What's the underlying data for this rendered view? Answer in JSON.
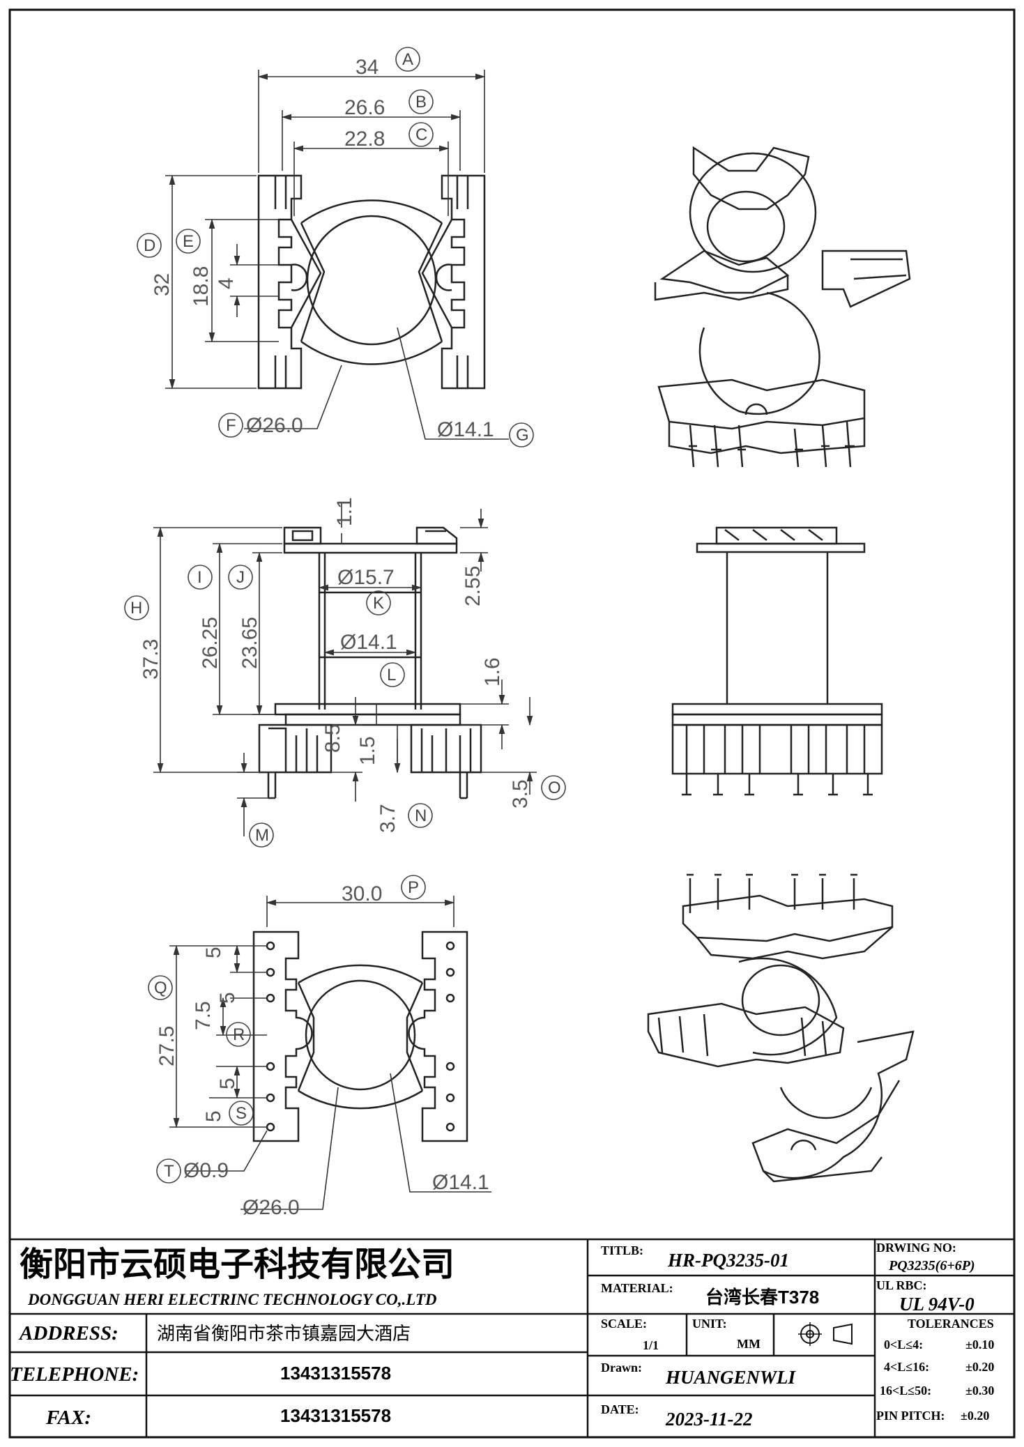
{
  "dimensions": {
    "top_view": {
      "A": {
        "letter": "A",
        "value": "34"
      },
      "B": {
        "letter": "B",
        "value": "26.6"
      },
      "C": {
        "letter": "C",
        "value": "22.8"
      },
      "D": {
        "letter": "D",
        "value": "32"
      },
      "E": {
        "letter": "E",
        "value": "18.8"
      },
      "slot": {
        "value": "4"
      },
      "F": {
        "letter": "F",
        "value": "Ø26.0"
      },
      "G": {
        "letter": "G",
        "value": "Ø14.1"
      }
    },
    "side_view": {
      "top_gap": {
        "value": "1.1"
      },
      "flange_h": {
        "value": "2.55"
      },
      "H": {
        "letter": "H",
        "value": "37.3"
      },
      "I": {
        "letter": "I",
        "value": "26.25"
      },
      "J": {
        "letter": "J",
        "value": "23.65"
      },
      "K": {
        "letter": "K",
        "value": "Ø15.7"
      },
      "L": {
        "letter": "L",
        "value": "Ø14.1"
      },
      "base_h": {
        "value": "1.6"
      },
      "standoff": {
        "value": "8.5"
      },
      "step": {
        "value": "1.5"
      },
      "O": {
        "letter": "O",
        "value": "3.5"
      },
      "N": {
        "letter": "N",
        "value": "3.7"
      },
      "M": {
        "letter": "M"
      }
    },
    "bottom_view": {
      "P": {
        "letter": "P",
        "value": "30.0"
      },
      "Q": {
        "letter": "Q",
        "value": "27.5"
      },
      "R": {
        "letter": "R",
        "value": "7.5"
      },
      "S": {
        "letter": "S",
        "value": "5"
      },
      "pitch": {
        "value": "5"
      },
      "T": {
        "letter": "T",
        "value": "Ø0.9"
      },
      "outer": {
        "value": "Ø26.0"
      },
      "inner": {
        "value": "Ø14.1"
      }
    }
  },
  "title_block": {
    "company_cn": "衡阳市云硕电子科技有限公司",
    "company_en": "DONGGUAN HERI ELECTRINC TECHNOLOGY CO,.LTD",
    "address_label": "ADDRESS:",
    "address_value": "湖南省衡阳市茶市镇嘉园大酒店",
    "telephone_label": "TELEPHONE:",
    "telephone_value": "13431315578",
    "fax_label": "FAX:",
    "fax_value": "13431315578",
    "title_label": "TITLB:",
    "title_value": "HR-PQ3235-01",
    "material_label": "MATERIAL:",
    "material_value": "台湾长春T378",
    "scale_label": "SCALE:",
    "scale_value": "1/1",
    "unit_label": "UNIT:",
    "unit_value": "MM",
    "drawn_label": "Drawn:",
    "drawn_value": "HUANGENWLI",
    "date_label": "DATE:",
    "date_value": "2023-11-22",
    "drawing_no_label": "DRWING NO:",
    "drawing_no_value": "PQ3235(6+6P)",
    "ul_label": "UL RBC:",
    "ul_value": "UL 94V-0",
    "tolerances_label": "TOLERANCES",
    "tolerances": [
      {
        "range": "0<L≤4:",
        "tol": "±0.10"
      },
      {
        "range": "4<L≤16:",
        "tol": "±0.20"
      },
      {
        "range": "16<L≤50:",
        "tol": "±0.30"
      }
    ],
    "pin_pitch_label": "PIN PITCH:",
    "pin_pitch_value": "±0.20"
  }
}
